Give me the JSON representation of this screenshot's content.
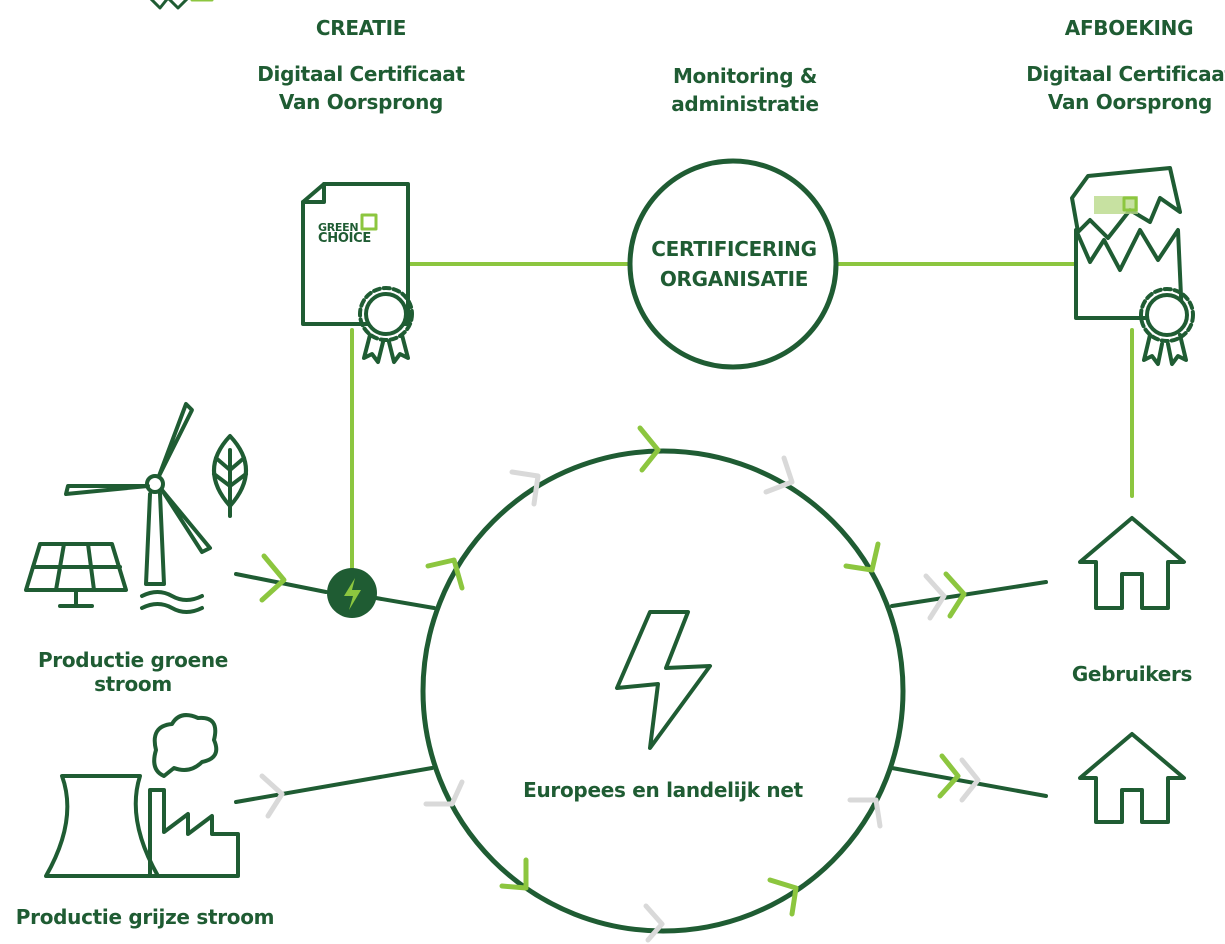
{
  "columns": {
    "creatie": {
      "heading": "CREATIE",
      "line1": "Digitaal Certificaat",
      "line2": "Van Oorsprong"
    },
    "monitoring": {
      "line1": "Monitoring &",
      "line2": "administratie"
    },
    "afboeking": {
      "heading": "AFBOEKING",
      "line1": "Digitaal Certificaat",
      "line2": "Van Oorsprong"
    }
  },
  "certifier": {
    "line1": "CERTIFICERING",
    "line2": "ORGANISATIE"
  },
  "certificate_logo": {
    "line1": "GREEN",
    "line2": "CHOICE"
  },
  "network": {
    "label": "Europees en landelijk net"
  },
  "sources": {
    "green": "Productie groene stroom",
    "grey": "Productie grijze stroom"
  },
  "consumers": {
    "label": "Gebruikers"
  },
  "colors": {
    "dark_green": "#1f5c33",
    "light_green": "#8cc63f",
    "grey_arrow": "#d9d9d9"
  }
}
